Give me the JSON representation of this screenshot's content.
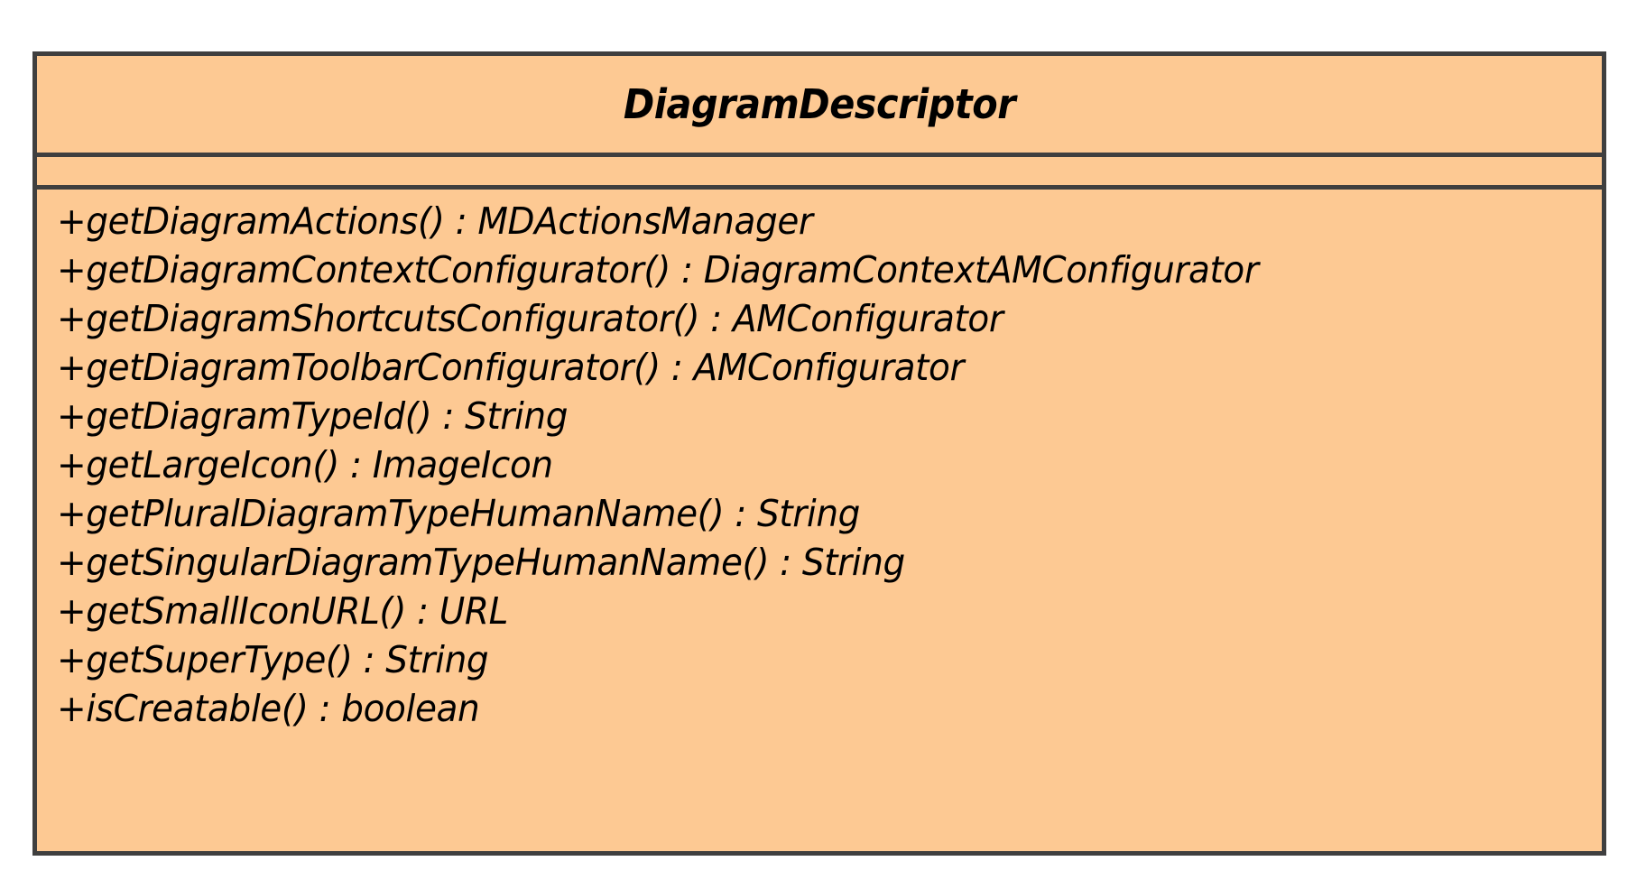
{
  "diagram": {
    "kind": "uml-class-diagram",
    "background_color": "#ffffff",
    "class_box": {
      "name": "DiagramDescriptor",
      "fill_color": "#fdc993",
      "border_color": "#3f3f3f",
      "text_color": "#000000",
      "attributes": [],
      "operations": [
        {
          "visibility": "+",
          "signature": "+getDiagramActions() : MDActionsManager"
        },
        {
          "visibility": "+",
          "signature": "+getDiagramContextConfigurator() : DiagramContextAMConfigurator"
        },
        {
          "visibility": "+",
          "signature": "+getDiagramShortcutsConfigurator() : AMConfigurator"
        },
        {
          "visibility": "+",
          "signature": "+getDiagramToolbarConfigurator() : AMConfigurator"
        },
        {
          "visibility": "+",
          "signature": "+getDiagramTypeId() : String"
        },
        {
          "visibility": "+",
          "signature": "+getLargeIcon() : ImageIcon"
        },
        {
          "visibility": "+",
          "signature": "+getPluralDiagramTypeHumanName() : String"
        },
        {
          "visibility": "+",
          "signature": "+getSingularDiagramTypeHumanName() : String"
        },
        {
          "visibility": "+",
          "signature": "+getSmallIconURL() : URL"
        },
        {
          "visibility": "+",
          "signature": "+getSuperType() : String"
        },
        {
          "visibility": "+",
          "signature": "+isCreatable() : boolean"
        }
      ]
    }
  }
}
